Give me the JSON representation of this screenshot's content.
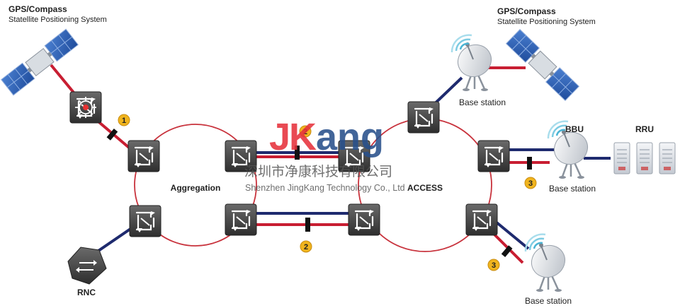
{
  "diagram": {
    "gps_left": {
      "title": "GPS/Compass",
      "subtitle": "Statellite Positioning System"
    },
    "gps_right": {
      "title": "GPS/Compass",
      "subtitle": "Statellite Positioning System"
    },
    "ring_labels": {
      "aggregation": "Aggregation",
      "access": "ACCESS"
    },
    "base_station_labels": [
      "Base station",
      "Base station",
      "Base station"
    ],
    "bbu_label": "BBU",
    "rru_label": "RRU",
    "rnc_label": "RNC",
    "markers": [
      "1",
      "2",
      "2",
      "3",
      "3"
    ]
  },
  "watermark": {
    "brand_j": "J",
    "brand_k": "K",
    "brand_rest": "ang",
    "company_cn": "深圳市净康科技有限公司",
    "company_en": "Shenzhen JingKang Technology Co., Ltd"
  },
  "colors": {
    "ring": "#c8323c",
    "fiber_red": "#c81e32",
    "fiber_navy": "#1e2a6e",
    "marker": "#f0b41e",
    "brand_red": "#e6323c",
    "brand_blue": "#28508c"
  }
}
